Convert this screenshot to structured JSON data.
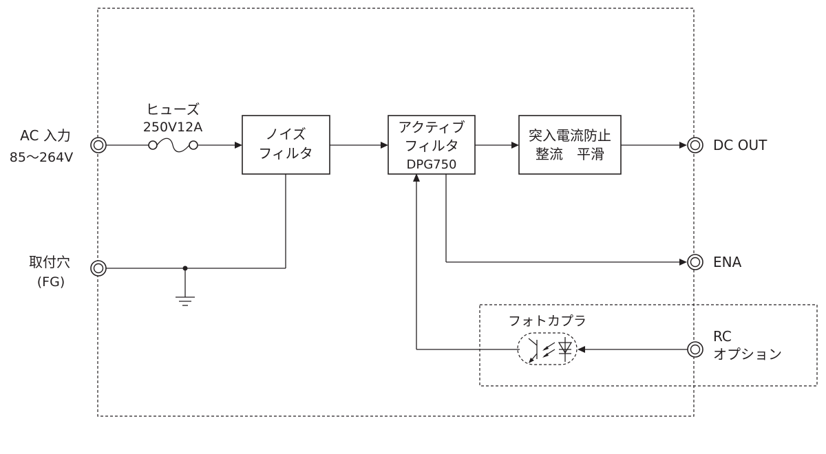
{
  "diagram": {
    "inputs": {
      "ac_input_label": "AC 入力",
      "ac_input_range": "85～264V",
      "mount_hole_label": "取付穴",
      "mount_hole_fg": "(FG)"
    },
    "fuse": {
      "name": "ヒューズ",
      "rating": "250V12A"
    },
    "blocks": {
      "noise_filter": [
        "ノイズ",
        "フィルタ"
      ],
      "active_filter": [
        "アクティブ",
        "フィルタ",
        "DPG750"
      ],
      "inrush": [
        "突入電流防止",
        "整流　平滑"
      ]
    },
    "outputs": {
      "dc_out": "DC OUT",
      "ena": "ENA",
      "rc_line1": "RC",
      "rc_line2": "オプション"
    },
    "photocoupler_label": "フォトカプラ"
  }
}
